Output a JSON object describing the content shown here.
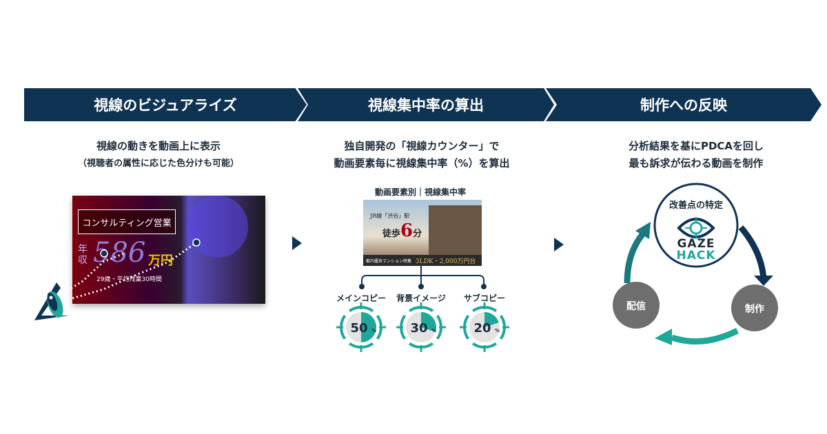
{
  "steps": [
    {
      "title": "視線のビジュアライズ",
      "lines": [
        "視線の動きを動画上に表示",
        "（視聴者の属性に応じた色分けも可能）"
      ]
    },
    {
      "title": "視線集中率の算出",
      "lines": [
        "独自開発の「視線カウンター」で",
        "動画要素毎に視線集中率（%）を算出"
      ]
    },
    {
      "title": "制作への反映",
      "lines": [
        "分析結果を基にPDCAを回し",
        "最も訴求が伝わる動画を制作"
      ]
    }
  ],
  "video": {
    "badge": "コンサルティング営業",
    "income_prefix": "年収",
    "income": "586",
    "income_unit": "万円",
    "detail": "29歳・平均残業30時間"
  },
  "elements": {
    "title": "動画要素別｜視線集中率",
    "ad_station": "JR線「渋谷」駅",
    "ad_walk": "徒歩",
    "ad_min": "6",
    "ad_unit": "分",
    "ad_banner": "都内優良マンション特集",
    "ad_price": "3LDK・2,000万円台",
    "items": [
      {
        "label": "メインコピー",
        "value": 50
      },
      {
        "label": "背景イメージ",
        "value": 30
      },
      {
        "label": "サブコピー",
        "value": 20
      }
    ],
    "pct": "%"
  },
  "cycle": {
    "center": "改善点の特定",
    "logo_top": "GAZE",
    "logo_bottom": "HACK",
    "left": "配信",
    "right": "制作"
  },
  "colors": {
    "navy": "#0f3352",
    "teal": "#1fa89a",
    "gray": "#6e6e6e"
  }
}
